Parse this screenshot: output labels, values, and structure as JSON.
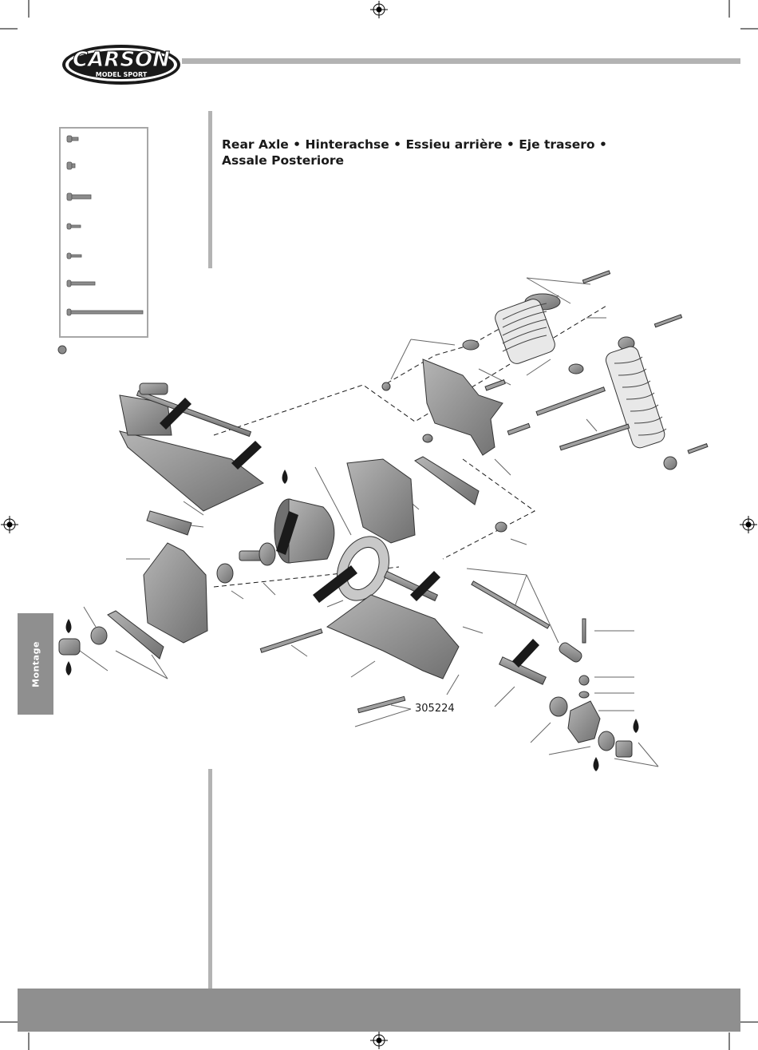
{
  "header": {
    "logo_text": "CARSON",
    "logo_subtext": "MODEL SPORT"
  },
  "section": {
    "title_line1": "Rear Axle • Hinterachse • Essieu arrière • Eje trasero •",
    "title_line2": "Assale Posteriore"
  },
  "sidebar": {
    "tab_label": "Montage"
  },
  "diagram": {
    "part_number_label": "305224"
  },
  "colors": {
    "gray_bar": "#b3b3b3",
    "tab_gray": "#8f8f8f",
    "part_gray": "#8c8c8c",
    "text": "#1a1a1a"
  }
}
